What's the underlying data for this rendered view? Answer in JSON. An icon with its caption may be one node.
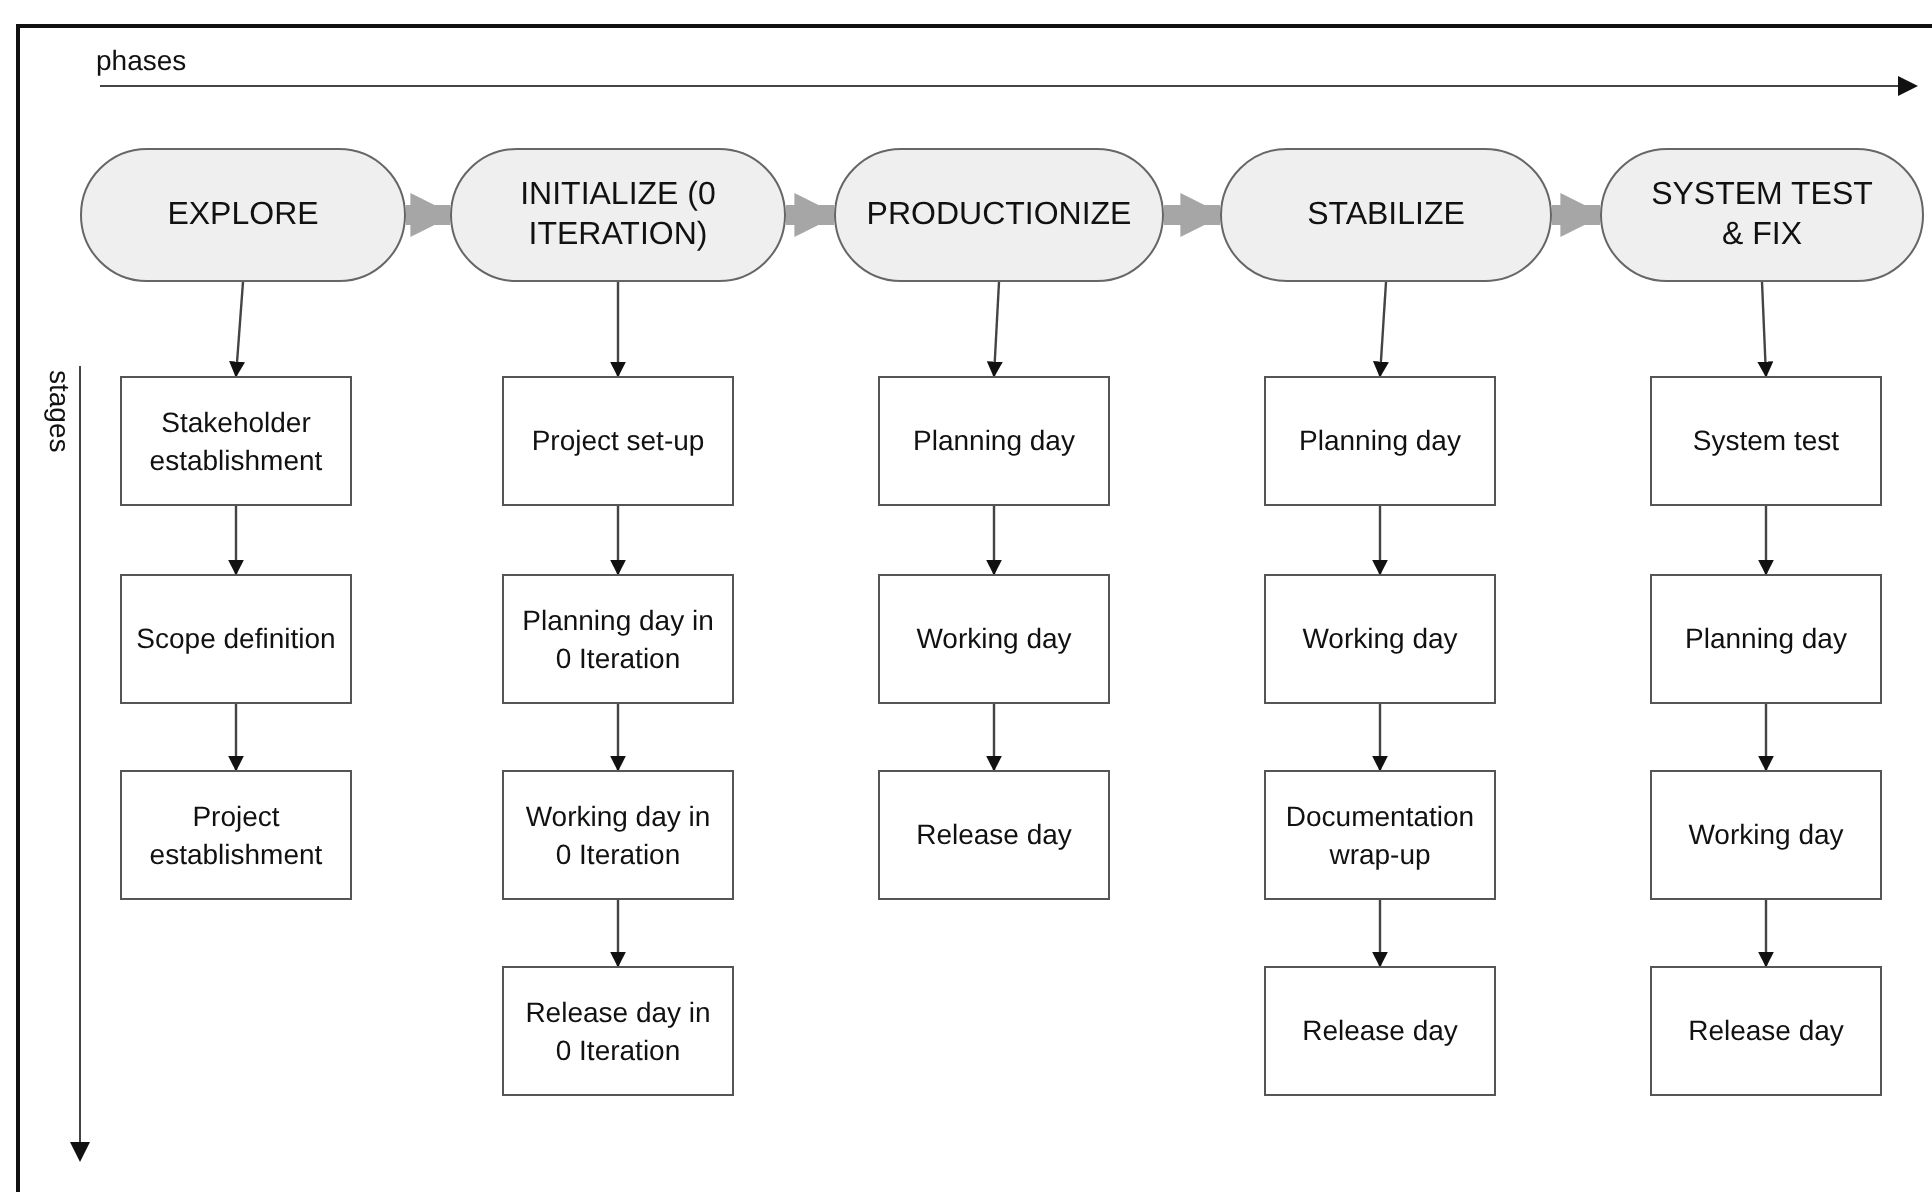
{
  "diagram": {
    "nodes": [
      {
        "text": [
          "EXPLORE"
        ]
      },
      {
        "text": [
          "INITIALIZE (0 ITERATION)"
        ]
      },
      {
        "text": [
          "PRODUCTIONIZE"
        ]
      },
      {
        "text": [
          "STABILIZE"
        ]
      },
      {
        "text": [
          "SYSTEM TEST & FIX"
        ]
      },
      {
        "text": [
          "Stakeholder establishment"
        ]
      },
      {
        "text": [
          "Scope definition"
        ]
      },
      {
        "text": [
          "Project establishment"
        ]
      },
      {
        "text": [
          "Project set-up"
        ]
      },
      {
        "text": [
          "Planning day in 0 Iteration"
        ]
      },
      {
        "text": [
          "Working day in 0 Iteration"
        ]
      },
      {
        "text": [
          "Release day in 0 Iteration"
        ]
      },
      {
        "text": [
          "Planning day"
        ]
      },
      {
        "text": [
          "Working day"
        ]
      },
      {
        "text": [
          "Release day"
        ]
      },
      {
        "text": [
          "Planning day"
        ]
      },
      {
        "text": [
          "Working day"
        ]
      },
      {
        "text": [
          "Documentation wrap-up"
        ]
      },
      {
        "text": [
          "Release day"
        ]
      },
      {
        "text": [
          "System test"
        ]
      },
      {
        "text": [
          "Planning day"
        ]
      },
      {
        "text": [
          "Working day"
        ]
      },
      {
        "text": [
          "Release day"
        ]
      }
    ],
    "edges": [
      {
        "from": 0,
        "to": 1,
        "arrow": "to",
        "style": "thick",
        "color": "#a6a6a6"
      },
      {
        "from": 1,
        "to": 2,
        "arrow": "to",
        "style": "thick",
        "color": "#a6a6a6"
      },
      {
        "from": 2,
        "to": 3,
        "arrow": "to",
        "style": "thick",
        "color": "#a6a6a6"
      },
      {
        "from": 3,
        "to": 4,
        "arrow": "to",
        "style": "thick",
        "color": "#a6a6a6"
      },
      {
        "from": 0,
        "to": 5,
        "arrow": "to"
      },
      {
        "from": 5,
        "to": 6,
        "arrow": "to"
      },
      {
        "from": 6,
        "to": 7,
        "arrow": "to"
      },
      {
        "from": 1,
        "to": 8,
        "arrow": "to"
      },
      {
        "from": 8,
        "to": 9,
        "arrow": "to"
      },
      {
        "from": 9,
        "to": 10,
        "arrow": "to"
      },
      {
        "from": 10,
        "to": 11,
        "arrow": "to"
      },
      {
        "from": 2,
        "to": 12,
        "arrow": "to"
      },
      {
        "from": 12,
        "to": 13,
        "arrow": "to"
      },
      {
        "from": 13,
        "to": 14,
        "arrow": "to"
      },
      {
        "from": 3,
        "to": 15,
        "arrow": "to"
      },
      {
        "from": 15,
        "to": 16,
        "arrow": "to"
      },
      {
        "from": 16,
        "to": 17,
        "arrow": "to"
      },
      {
        "from": 17,
        "to": 18,
        "arrow": "to"
      },
      {
        "from": 4,
        "to": 19,
        "arrow": "to"
      },
      {
        "from": 19,
        "to": 20,
        "arrow": "to"
      },
      {
        "from": 20,
        "to": 21,
        "arrow": "to"
      },
      {
        "from": 21,
        "to": 22,
        "arrow": "to"
      }
    ],
    "labels": [
      "phases",
      "stages"
    ]
  }
}
